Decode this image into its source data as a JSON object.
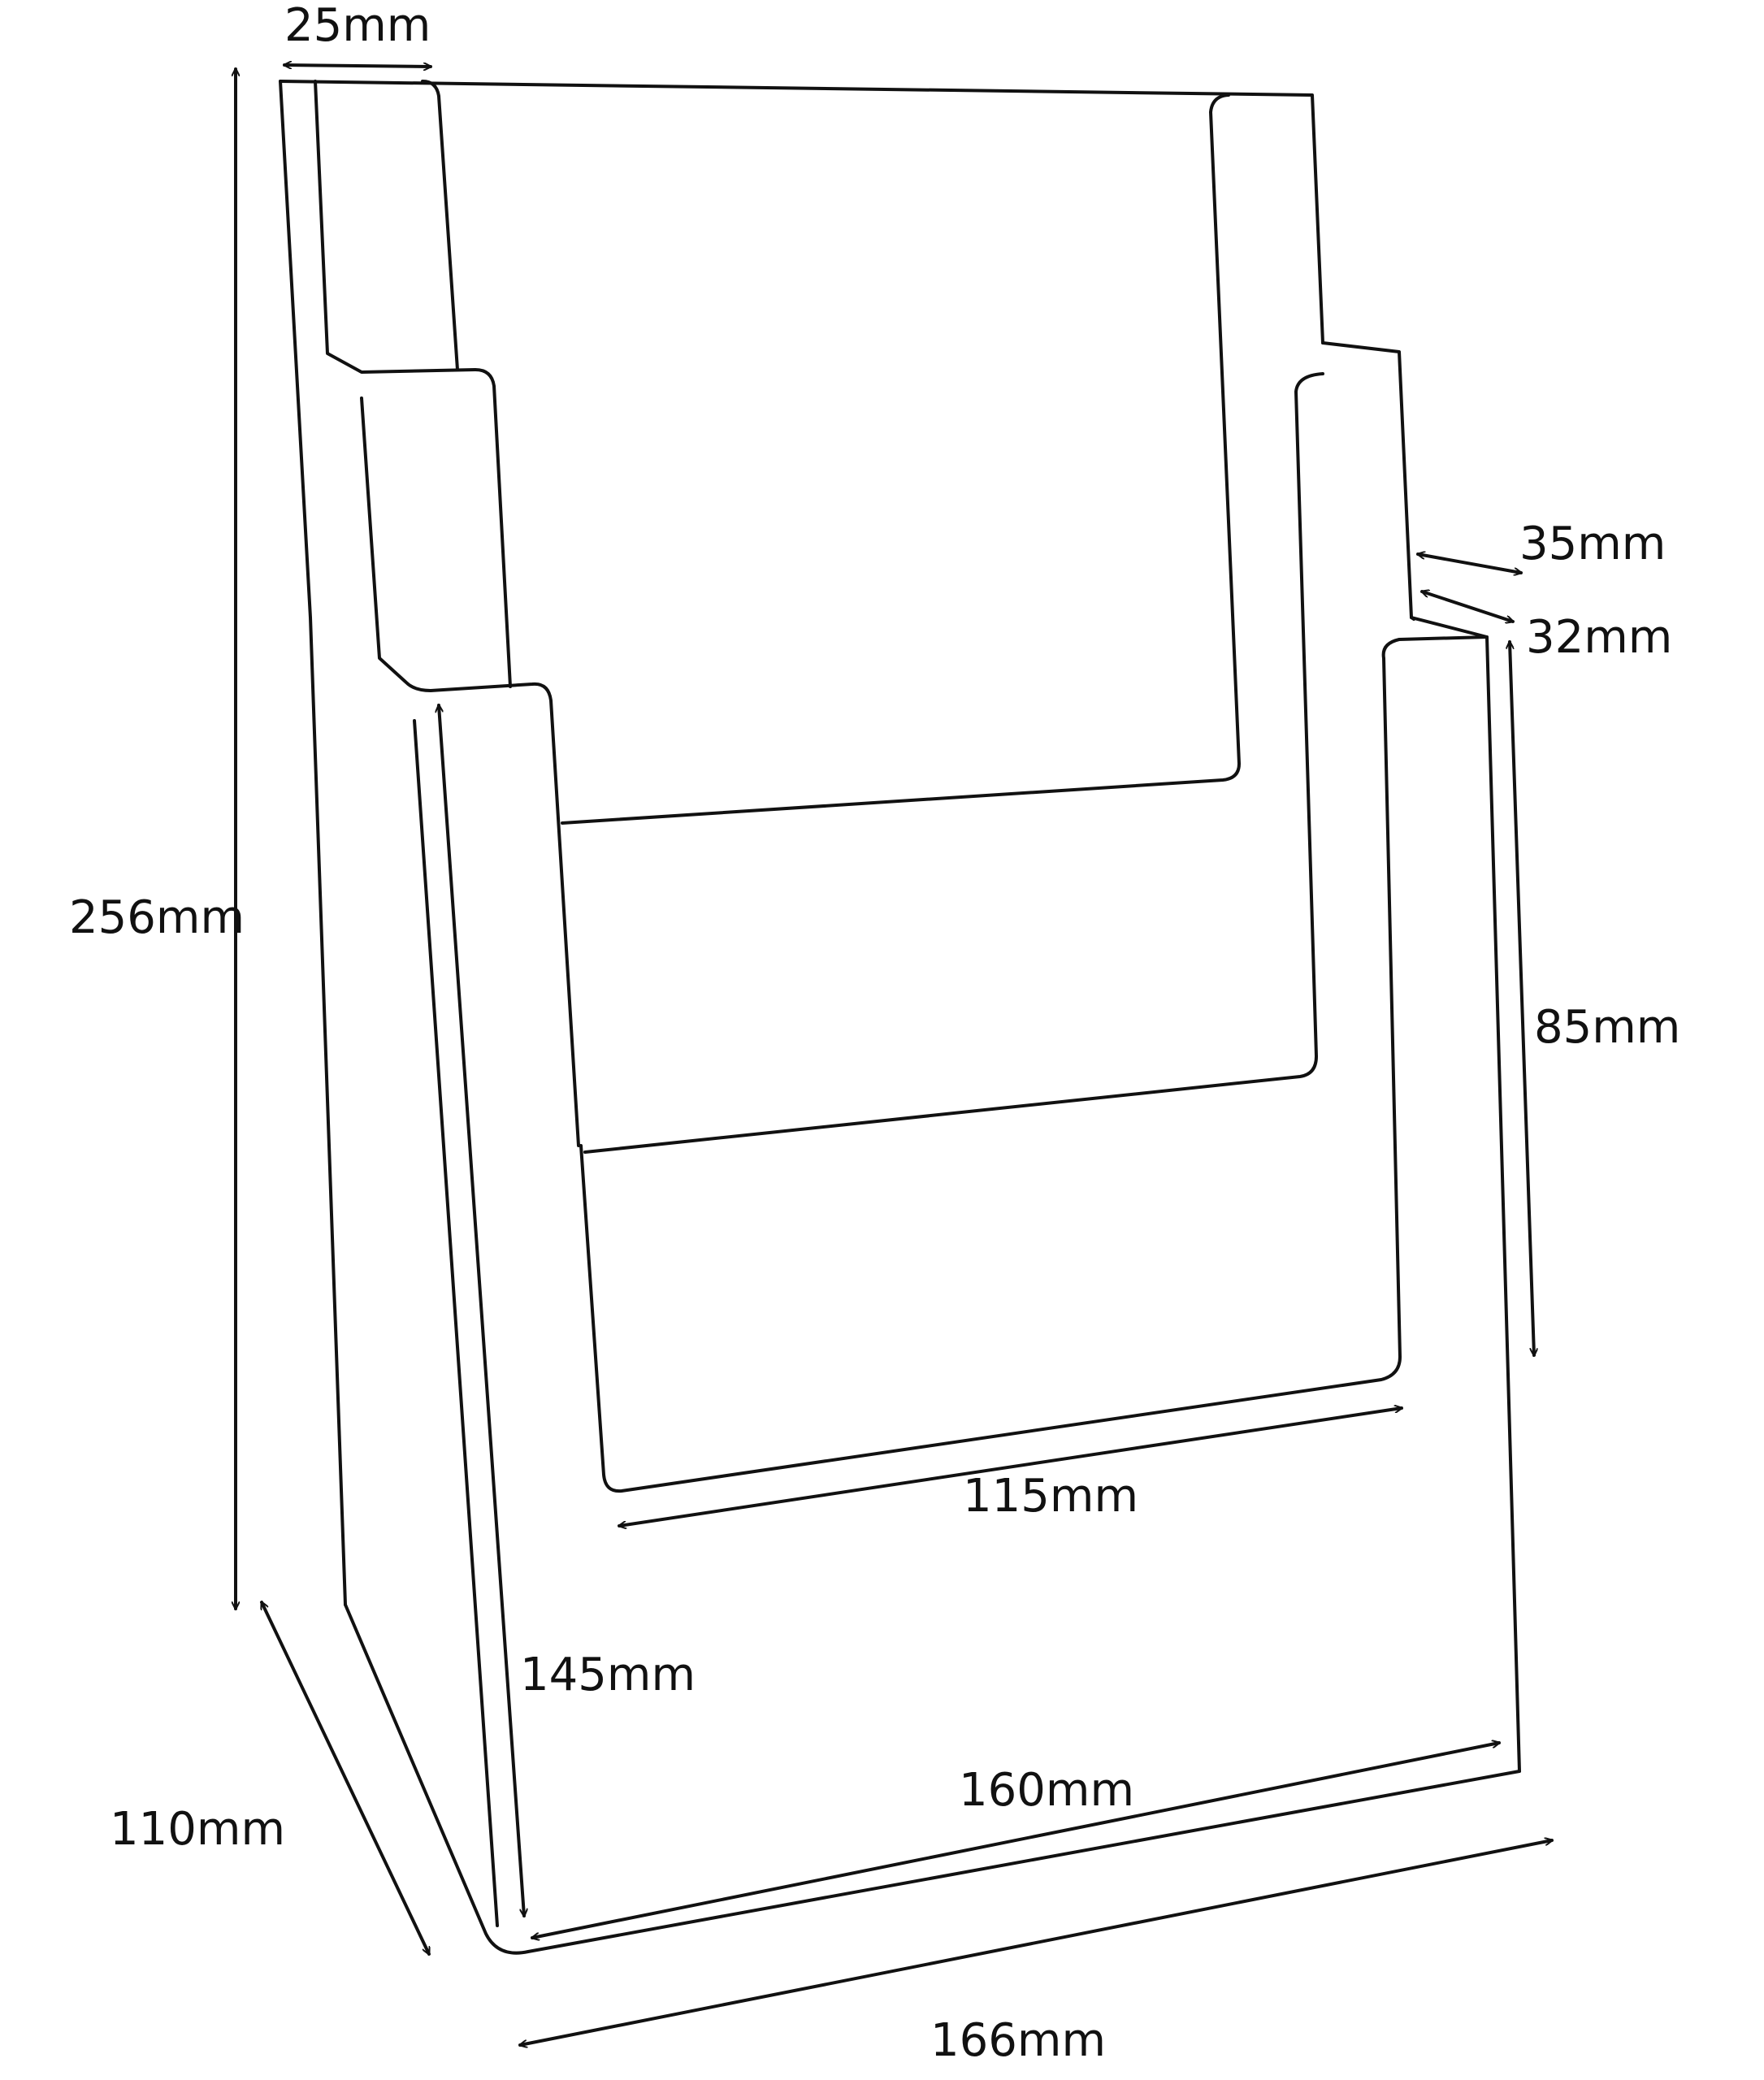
{
  "colors": {
    "line": "#111111",
    "background": "#ffffff"
  },
  "dimensions": {
    "top_depth": "25mm",
    "total_height": "256mm",
    "step_35": "35mm",
    "step_32": "32mm",
    "pocket_height": "85mm",
    "pocket_width": "115mm",
    "front_height": "145mm",
    "inner_width": "160mm",
    "base_depth": "110mm",
    "base_width": "166mm"
  }
}
